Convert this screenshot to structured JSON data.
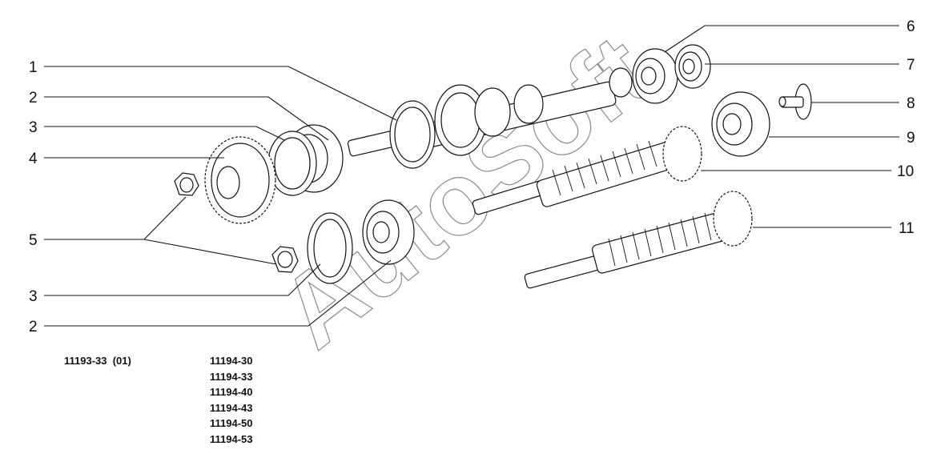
{
  "watermark": "AutoSoft",
  "callouts": {
    "c1": "1",
    "c2a": "2",
    "c3a": "3",
    "c4": "4",
    "c5": "5",
    "c3b": "3",
    "c2b": "2",
    "c6": "6",
    "c7": "7",
    "c8": "8",
    "c9": "9",
    "c10": "10",
    "c11": "11"
  },
  "codes": {
    "left": "11193-33  (01)",
    "right": [
      "11194-30",
      "11194-33",
      "11194-40",
      "11194-43",
      "11194-50",
      "11194-53"
    ]
  },
  "colors": {
    "ink": "#111111",
    "watermark": "#8a8a8a"
  }
}
